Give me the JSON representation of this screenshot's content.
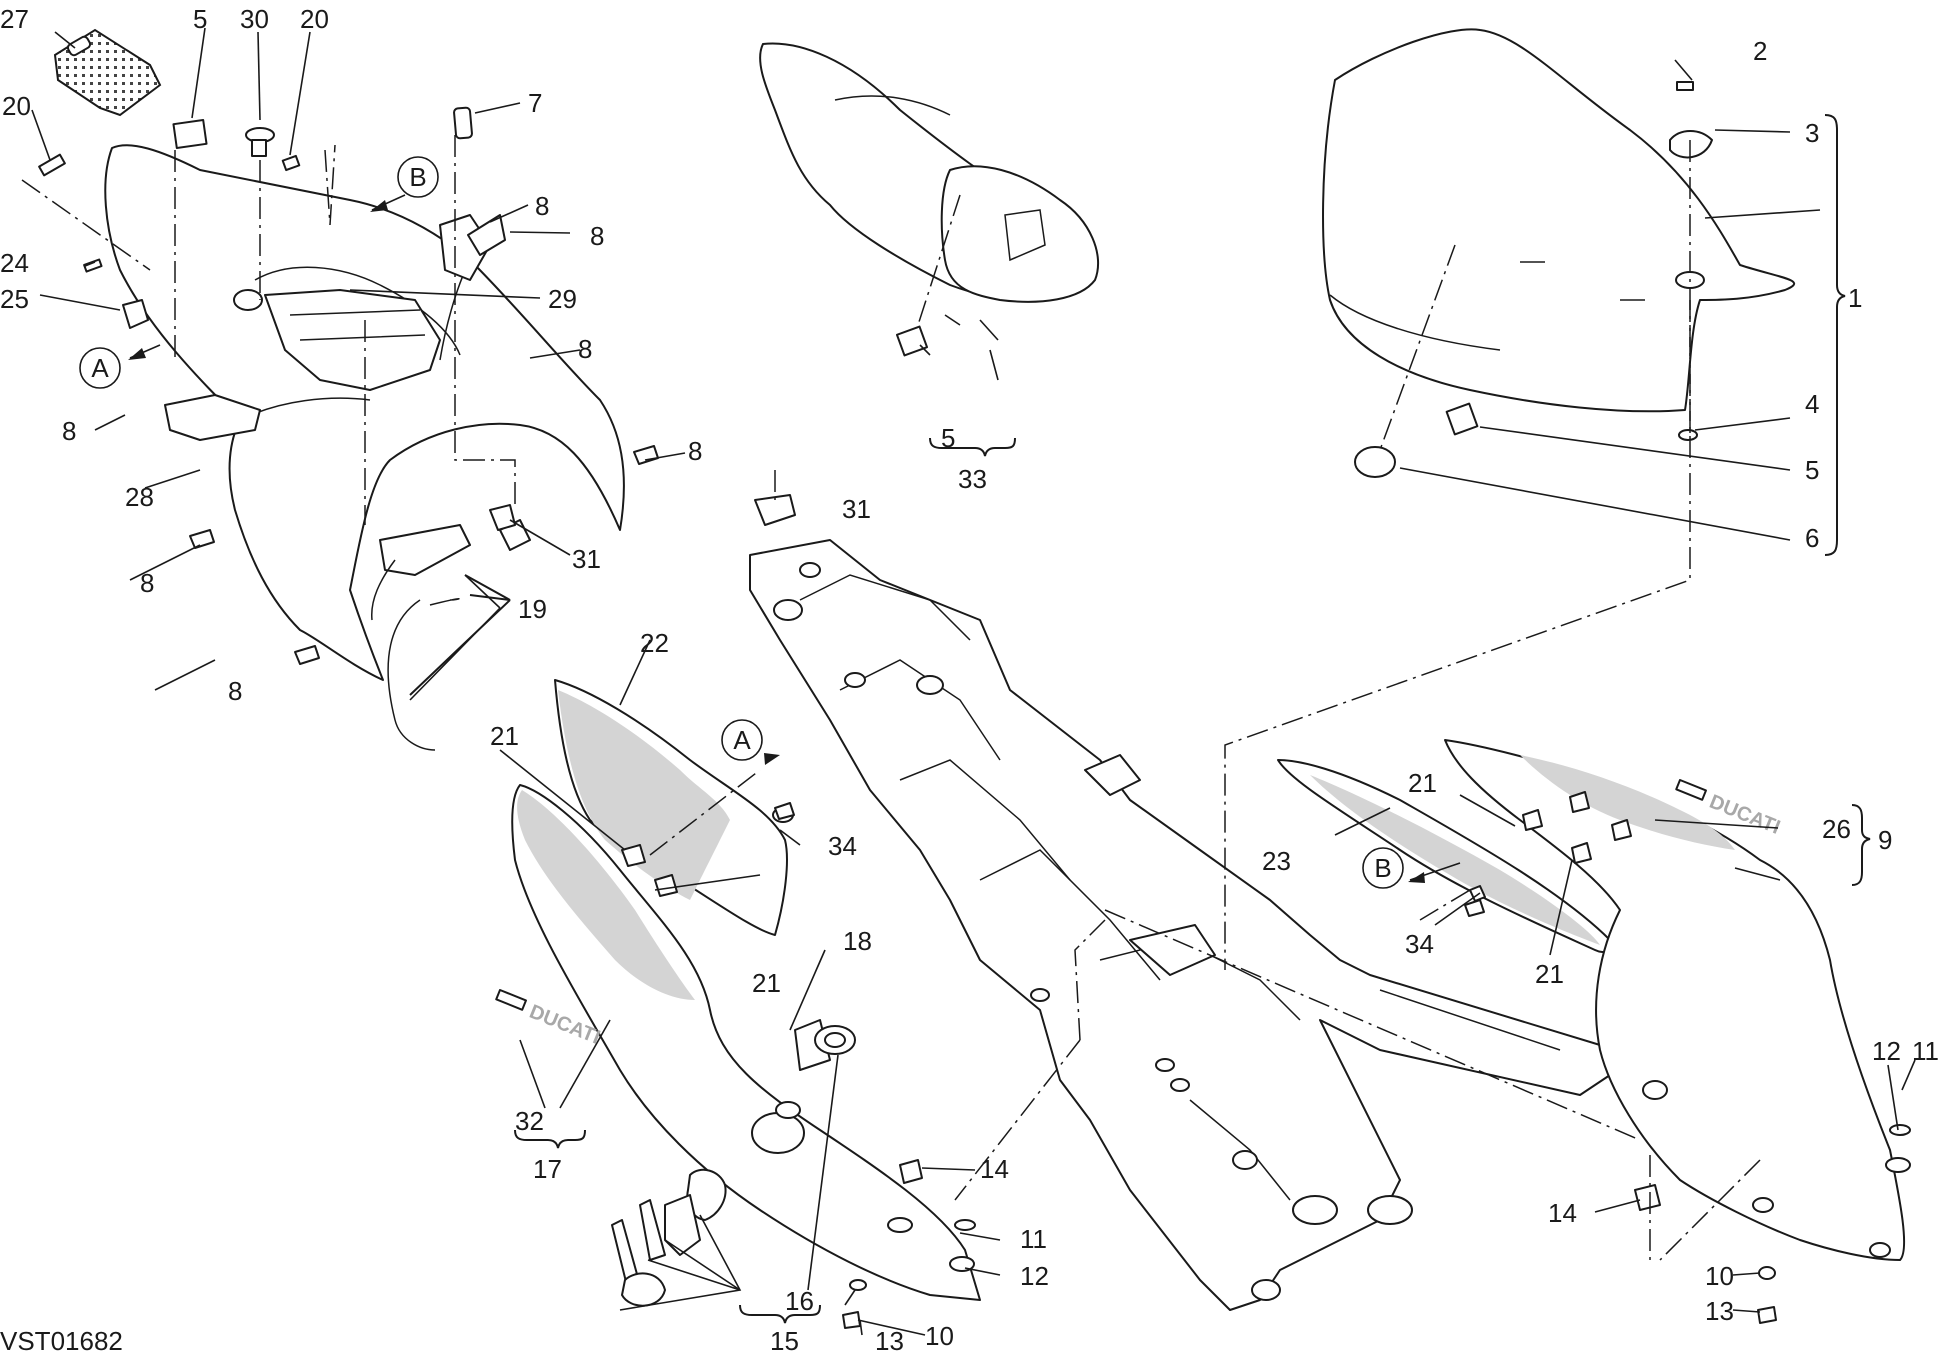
{
  "drawing_code": "VST01682",
  "callouts": [
    "1",
    "2",
    "3",
    "4",
    "5",
    "5",
    "5",
    "6",
    "7",
    "8",
    "8",
    "8",
    "8",
    "8",
    "8",
    "8",
    "9",
    "10",
    "10",
    "11",
    "11",
    "12",
    "12",
    "13",
    "13",
    "14",
    "14",
    "15",
    "16",
    "17",
    "18",
    "19",
    "20",
    "20",
    "21",
    "21",
    "21",
    "21",
    "22",
    "23",
    "24",
    "25",
    "26",
    "27",
    "28",
    "29",
    "30",
    "31",
    "31",
    "32",
    "33",
    "34",
    "34"
  ],
  "refs": {
    "a": "A",
    "b": "B"
  },
  "brand_marks": [
    "DUCATI",
    "DUCATI"
  ],
  "colors": {
    "line": "#1a1a1a",
    "shade": "#d4d4d4",
    "background": "#ffffff"
  }
}
